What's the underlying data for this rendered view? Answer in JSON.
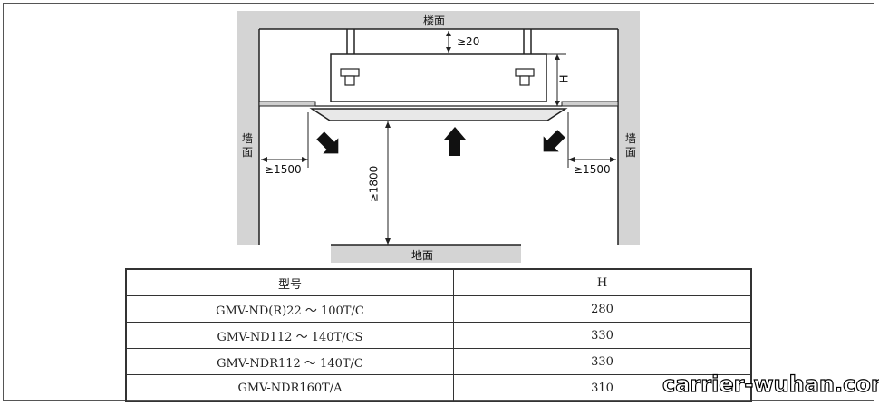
{
  "labels": {
    "ceiling": "楼面",
    "floor": "地面",
    "wall_left": "墙面",
    "wall_right": "墙面",
    "gap_top": "≥20",
    "height_H": "H",
    "clear_left": "≥1500",
    "clear_right": "≥1500",
    "floor_height": "≥1800"
  },
  "table": {
    "headers": [
      "型号",
      "H"
    ],
    "rows": [
      [
        "GMV-ND(R)22 ～ 100T/C",
        "280"
      ],
      [
        "GMV-ND112 ～ 140T/CS",
        "330"
      ],
      [
        "GMV-NDR112 ～ 140T/C",
        "330"
      ],
      [
        "GMV-NDR160T/A",
        "310"
      ]
    ]
  },
  "watermark": "carrier-wuhan.com"
}
